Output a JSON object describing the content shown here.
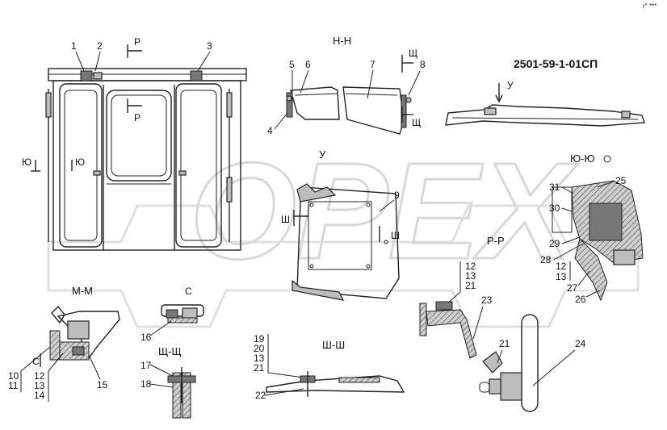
{
  "doc_code": "2501-59-1-01СП",
  "watermark": "OPEX",
  "corner_mark": "r° ***",
  "sections": {
    "nn": "Н-Н",
    "u": "У",
    "yuyu": "Ю-Ю",
    "rr": "Р-Р",
    "mm": "М-М",
    "c": "С",
    "shsh": "Ш-Ш",
    "shchshch": "Щ-Щ"
  },
  "arrows": {
    "p_top": "Р",
    "p_mid": "Р",
    "yu_left": "Ю",
    "yu_right": "Ю",
    "shch_top": "Щ",
    "shch_bottom": "Щ",
    "sh_left": "Ш",
    "sh_right": "Ш",
    "u_arrow": "У",
    "c_arrow": "С"
  },
  "callouts": {
    "n1": "1",
    "n2": "2",
    "n3": "3",
    "n4": "4",
    "n5": "5",
    "n6": "6",
    "n7": "7",
    "n8": "8",
    "n9": "9",
    "n15": "15",
    "n16": "16",
    "n17": "17",
    "n18": "18",
    "n22": "22",
    "n23": "23",
    "n24": "24",
    "n21b": "21",
    "n25": "25",
    "n26": "26",
    "n27": "27",
    "n28": "28",
    "n29": "29",
    "n30": "30",
    "n31": "31",
    "stack_rr": [
      "12",
      "13",
      "21"
    ],
    "stack_yu": [
      "12",
      "13"
    ],
    "stack_mm_a": [
      "10",
      "11"
    ],
    "stack_mm_b": [
      "12",
      "13",
      "14"
    ],
    "stack_sh": [
      "19",
      "20",
      "13",
      "21"
    ]
  }
}
